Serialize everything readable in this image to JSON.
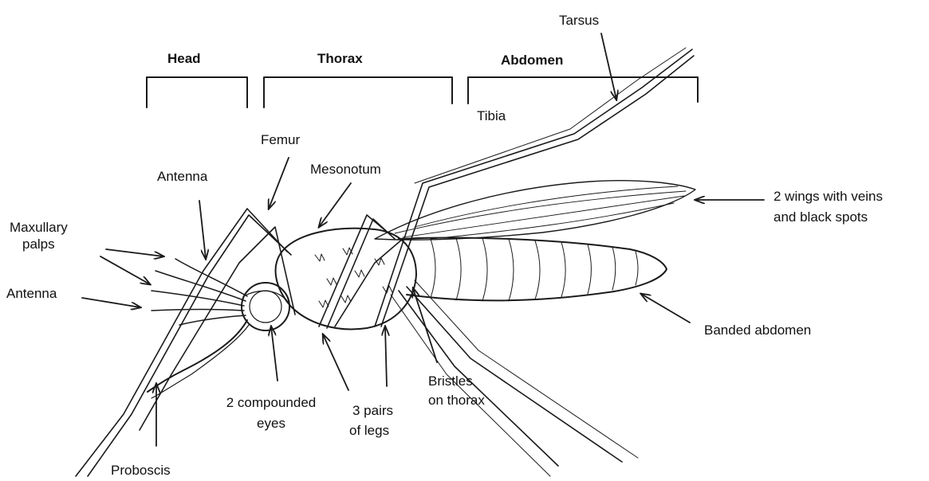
{
  "sections": {
    "head": "Head",
    "thorax": "Thorax",
    "abdomen": "Abdomen"
  },
  "labels": {
    "tarsus": "Tarsus",
    "tibia": "Tibia",
    "femur": "Femur",
    "mesonotum": "Mesonotum",
    "antenna_upper": "Antenna",
    "maxillary_palps_line1": "Maxullary",
    "maxillary_palps_line2": "palps",
    "antenna_lower": "Antenna",
    "wings_line1": "2 wings with veins",
    "wings_line2": "and black spots",
    "banded_abdomen": "Banded abdomen",
    "bristles_line1": "Bristles",
    "bristles_line2": "on thorax",
    "legs_line1": "3 pairs",
    "legs_line2": "of legs",
    "eyes_line1": "2 compounded",
    "eyes_line2": "eyes",
    "proboscis": "Proboscis"
  },
  "colors": {
    "ink": "#1a1a1a",
    "background": "#ffffff"
  }
}
